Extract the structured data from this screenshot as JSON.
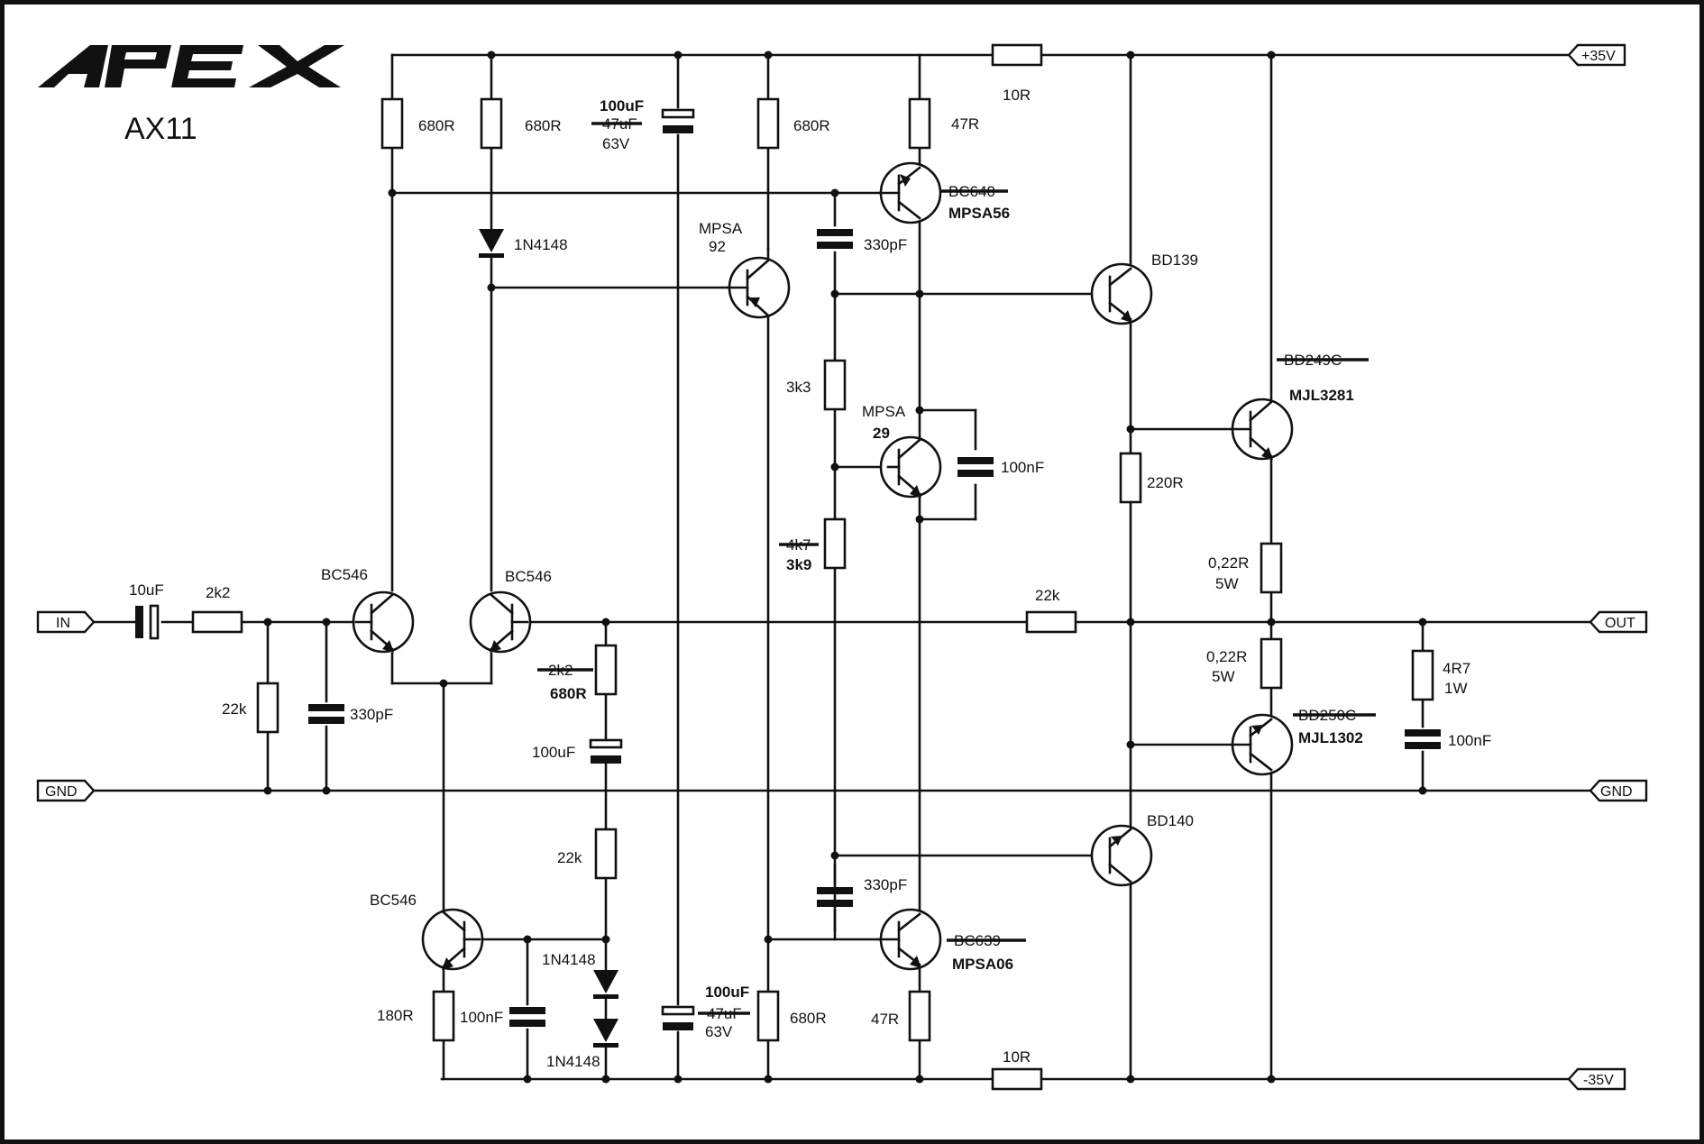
{
  "logo": {
    "brand": "APEX",
    "model": "AX11"
  },
  "ports": {
    "vplus": "+35V",
    "vminus": "-35V",
    "input": "IN",
    "output": "OUT",
    "gnd_left": "GND",
    "gnd_right": "GND"
  },
  "labels": {
    "r_680_a": "680R",
    "r_680_b": "680R",
    "c_top_value": "100uF",
    "c_top_old": "47uF",
    "c_top_volt": "63V",
    "r_680_c": "680R",
    "r_47_top": "47R",
    "r_10_top": "10R",
    "d_top": "1N4148",
    "q_mpsa92_a": "MPSA",
    "q_mpsa92_b": "92",
    "q_top_old": "BC640",
    "q_top_new": "MPSA56",
    "c_330_top": "330pF",
    "q_bd139": "BD139",
    "r_3k3": "3k3",
    "q_mpsa29_a": "MPSA",
    "q_mpsa29_b": "29",
    "c_100n_vbe": "100nF",
    "r_vbe_old": "4k7",
    "r_vbe_new": "3k9",
    "r_220": "220R",
    "q_out_top_old": "BD249C",
    "q_out_top_new": "MJL3281",
    "r_022_top_a": "0,22R",
    "r_022_top_b": "5W",
    "c_in": "10uF",
    "r_in": "2k2",
    "q_in_a": "BC546",
    "q_in_b": "BC546",
    "r_fb": "22k",
    "r_fb_old": "2k2",
    "r_fb_new": "680R",
    "c_fb": "100uF",
    "r_in_gnd": "22k",
    "c_in_gnd": "330pF",
    "r_022_bot_a": "0,22R",
    "r_022_bot_b": "5W",
    "r_zobel_a": "4R7",
    "r_zobel_b": "1W",
    "c_zobel": "100nF",
    "q_out_bot_old": "BD250C",
    "q_out_bot_new": "MJL1302",
    "q_bd140": "BD140",
    "r_22k_bias": "22k",
    "q_cs": "BC546",
    "r_180": "180R",
    "c_100n_cs": "100nF",
    "d_bot_a": "1N4148",
    "d_bot_b": "1N4148",
    "c_330_bot": "330pF",
    "c_bot_value": "100uF",
    "c_bot_old": "47uF",
    "c_bot_volt": "63V",
    "r_680_d": "680R",
    "q_bot_old": "BC639",
    "q_bot_new": "MPSA06",
    "r_47_bot": "47R",
    "r_10_bot": "10R"
  }
}
